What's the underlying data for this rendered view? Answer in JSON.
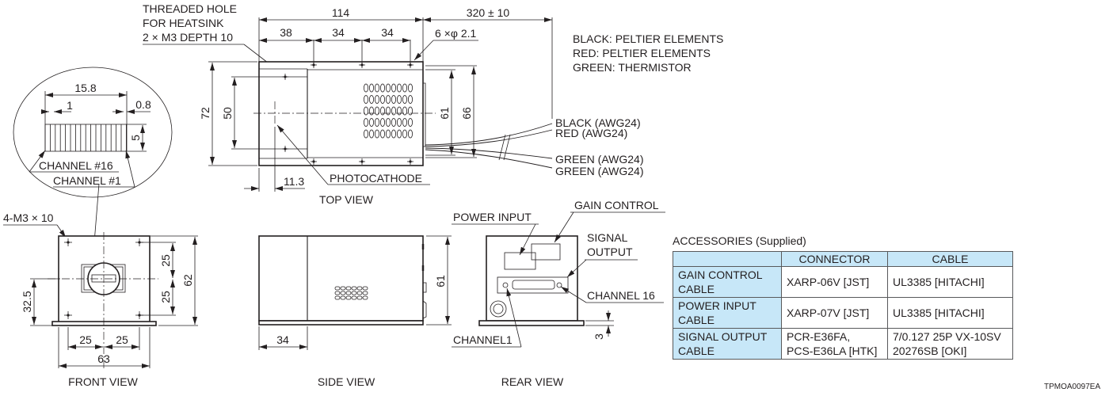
{
  "document_code": "TPMOA0097EA",
  "top_view": {
    "title": "TOP VIEW",
    "threaded_hole_note": [
      "THREADED HOLE",
      "FOR HEATSINK",
      "2 × M3 DEPTH 10"
    ],
    "hole_note": "6 ×φ 2.1",
    "photocathode_label": "PHOTOCATHODE",
    "dimensions": {
      "overall_length": "114",
      "cable_length": "320 ± 10",
      "hole_pitch_1": "38",
      "hole_pitch_2": "34",
      "hole_pitch_3": "34",
      "width": "72",
      "hole_spacing": "50",
      "inner_width": "61",
      "flange_width": "66",
      "photocathode_offset": "11.3"
    },
    "wire_labels": [
      "BLACK (AWG24)",
      "RED (AWG24)",
      "GREEN (AWG24)",
      "GREEN (AWG24)"
    ],
    "wire_legend": [
      "BLACK: PELTIER ELEMENTS",
      "RED: PELTIER ELEMENTS",
      "GREEN: THERMISTOR"
    ]
  },
  "detail": {
    "dimensions": {
      "array_width": "15.8",
      "pitch": "1",
      "element_width": "0.8",
      "height": "5"
    },
    "labels": [
      "CHANNEL #16",
      "CHANNEL #1"
    ]
  },
  "front_view": {
    "title": "FRONT VIEW",
    "screw_note": "4-M3 × 10",
    "dimensions": {
      "upper_offset": "25",
      "lower_offset": "25",
      "height": "62",
      "center_height": "32.5",
      "left_offset": "25",
      "right_offset": "25",
      "width": "63"
    }
  },
  "side_view": {
    "title": "SIDE VIEW",
    "dimensions": {
      "front_section": "34",
      "height": "61"
    }
  },
  "rear_view": {
    "title": "REAR VIEW",
    "labels": {
      "power_input": "POWER INPUT",
      "gain_control": "GAIN CONTROL",
      "signal_output_1": "SIGNAL",
      "signal_output_2": "OUTPUT",
      "channel16": "CHANNEL 16",
      "channel1": "CHANNEL1"
    },
    "dimensions": {
      "base_thickness": "3"
    }
  },
  "accessories": {
    "title": "ACCESSORIES (Supplied)",
    "headers": [
      "",
      "CONNECTOR",
      "CABLE"
    ],
    "rows": [
      {
        "item": [
          "GAIN CONTROL",
          "CABLE"
        ],
        "connector": [
          "XARP-06V [JST]"
        ],
        "cable": [
          "UL3385 [HITACHI]"
        ]
      },
      {
        "item": [
          "POWER INPUT",
          "CABLE"
        ],
        "connector": [
          "XARP-07V [JST]"
        ],
        "cable": [
          "UL3385 [HITACHI]"
        ]
      },
      {
        "item": [
          "SIGNAL OUTPUT",
          "CABLE"
        ],
        "connector": [
          "PCR-E36FA,",
          "PCS-E36LA [HTK]"
        ],
        "cable": [
          "7/0.127 25P VX-10SV",
          "20276SB [OKI]"
        ]
      }
    ],
    "header_color": "#c7e7f8"
  }
}
